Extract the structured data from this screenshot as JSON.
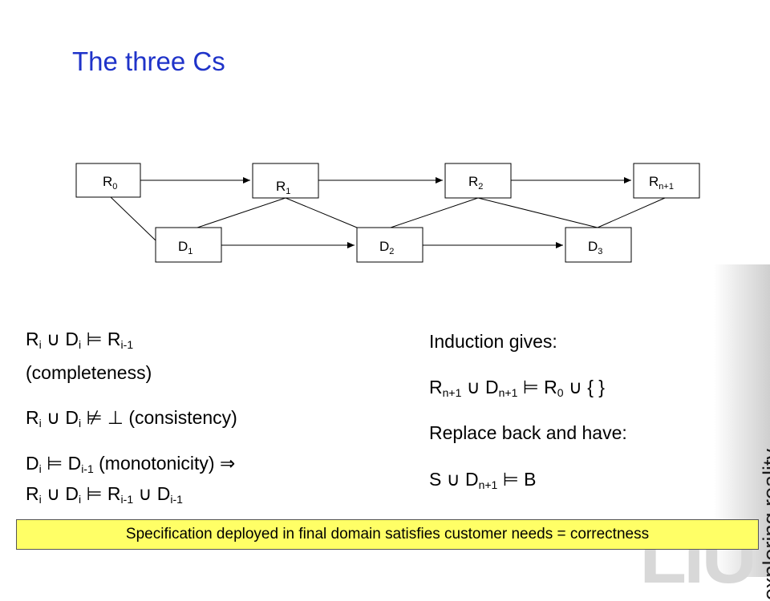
{
  "title": "The three Cs",
  "side_text": "exploring reality",
  "logo_text": "LiU",
  "diagram": {
    "nodes": {
      "R0": {
        "base": "R",
        "sub": "0"
      },
      "R1": {
        "base": "R",
        "sub": "1"
      },
      "R2": {
        "base": "R",
        "sub": "2"
      },
      "Rn1": {
        "base": "R",
        "sub": "n+1"
      },
      "D1": {
        "base": "D",
        "sub": "1"
      },
      "D2": {
        "base": "D",
        "sub": "2"
      },
      "D3": {
        "base": "D",
        "sub": "3"
      }
    }
  },
  "left": {
    "l1": {
      "a": "R",
      "a_sub": "i",
      "op1": " ∪ D",
      "b_sub": "i",
      "rest": " ⊨ R",
      "c_sub": "i-1"
    },
    "l2": "(completeness)",
    "l3": {
      "a": "R",
      "a_sub": "i",
      "op1": " ∪ D",
      "b_sub": "i",
      "rest": " ⊭ ⊥ (consistency)"
    },
    "l4": {
      "a": "D",
      "a_sub": "i",
      "rest": " ⊨ D",
      "c_sub": "i-1",
      "tail": " (monotonicity) ⇒"
    },
    "l5": {
      "a": "R",
      "a_sub": "i",
      "op1": " ∪ D",
      "b_sub": "i",
      "rest": " ⊨ R",
      "c_sub": "i-1",
      "mid": " ∪ D",
      "d_sub": "i-1"
    }
  },
  "right": {
    "r1": "Induction gives:",
    "r2": {
      "a": "R",
      "a_sub": "n+1",
      "op1": " ∪ D",
      "b_sub": "n+1",
      "rest": " ⊨ R",
      "c_sub": "0",
      "tail": " ∪ { }"
    },
    "r3": "Replace back and have:",
    "r4": {
      "a": "S ∪ D",
      "a_sub": "n+1",
      "rest": " ⊨ B"
    }
  },
  "banner": "Specification deployed in final domain satisfies customer needs = correctness",
  "colors": {
    "title": "#1f33c9",
    "banner_bg": "#ffff66"
  }
}
